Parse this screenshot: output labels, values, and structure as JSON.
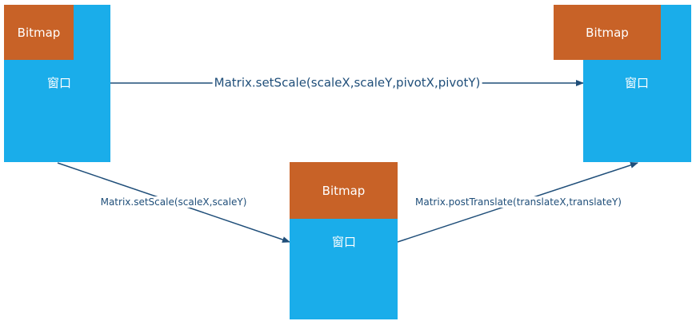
{
  "colors": {
    "window_fill": "#1aadea",
    "bitmap_fill": "#c86227",
    "arrow": "#1f4e79",
    "label_text": "#1f4e79",
    "box_text": "#ffffff"
  },
  "states": {
    "original": {
      "bitmap_label": "Bitmap",
      "window_label": "窗口"
    },
    "scaled": {
      "bitmap_label": "Bitmap",
      "window_label": "窗口"
    },
    "result": {
      "bitmap_label": "Bitmap",
      "window_label": "窗口"
    }
  },
  "edges": {
    "direct": {
      "label": "Matrix.setScale(scaleX,scaleY,pivotX,pivotY)"
    },
    "scale_step": {
      "label": "Matrix.setScale(scaleX,scaleY)"
    },
    "translate_step": {
      "label": "Matrix.postTranslate(translateX,translateY)"
    }
  }
}
